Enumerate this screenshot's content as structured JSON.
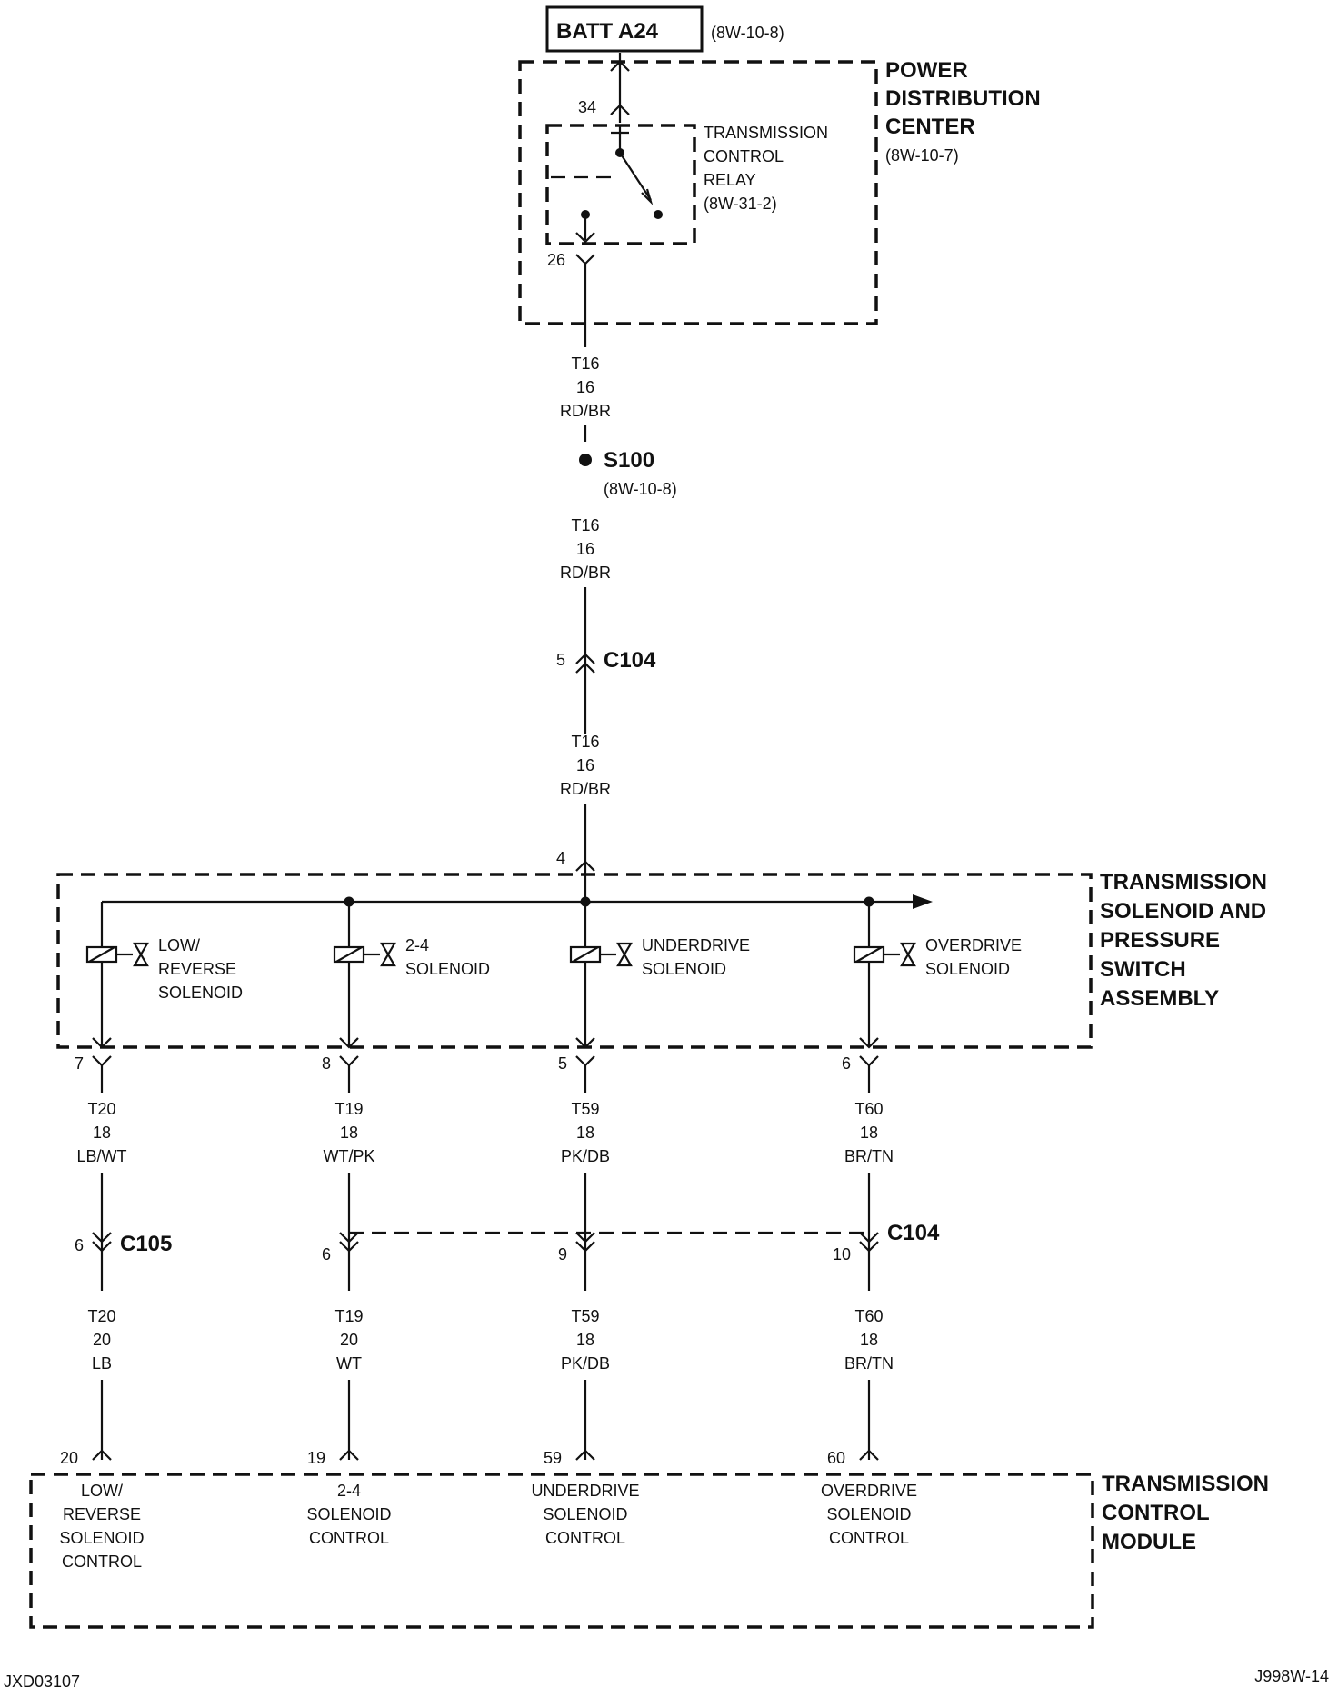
{
  "batt": {
    "label": "BATT A24",
    "ref": "(8W-10-8)"
  },
  "pdc": {
    "title": [
      "POWER",
      "DISTRIBUTION",
      "CENTER"
    ],
    "ref": "(8W-10-7)",
    "pin_top": "34",
    "pin_bottom": "26",
    "relay": [
      "TRANSMISSION",
      "CONTROL",
      "RELAY",
      "(8W-31-2)"
    ]
  },
  "wire_main": {
    "circuit": "T16",
    "gauge": "16",
    "color": "RD/BR"
  },
  "splice": {
    "name": "S100",
    "ref": "(8W-10-8)"
  },
  "c104_top": {
    "name": "C104",
    "pin": "5"
  },
  "tsa": {
    "title": [
      "TRANSMISSION",
      "SOLENOID AND",
      "PRESSURE",
      "SWITCH",
      "ASSEMBLY"
    ],
    "pin_in": "4",
    "solenoids": [
      {
        "label": [
          "LOW/",
          "REVERSE",
          "SOLENOID"
        ],
        "pin": "7"
      },
      {
        "label": [
          "2-4",
          "SOLENOID"
        ],
        "pin": "8"
      },
      {
        "label": [
          "UNDERDRIVE",
          "SOLENOID"
        ],
        "pin": "5"
      },
      {
        "label": [
          "OVERDRIVE",
          "SOLENOID"
        ],
        "pin": "6"
      }
    ]
  },
  "branches": [
    {
      "upper": [
        "T20",
        "18",
        "LB/WT"
      ],
      "conn_pin": "6",
      "lower": [
        "T20",
        "20",
        "LB"
      ],
      "tcm_pin": "20",
      "tcm_label": [
        "LOW/",
        "REVERSE",
        "SOLENOID",
        "CONTROL"
      ]
    },
    {
      "upper": [
        "T19",
        "18",
        "WT/PK"
      ],
      "conn_pin": "6",
      "lower": [
        "T19",
        "20",
        "WT"
      ],
      "tcm_pin": "19",
      "tcm_label": [
        "2-4",
        "SOLENOID",
        "CONTROL"
      ]
    },
    {
      "upper": [
        "T59",
        "18",
        "PK/DB"
      ],
      "conn_pin": "9",
      "lower": [
        "T59",
        "18",
        "PK/DB"
      ],
      "tcm_pin": "59",
      "tcm_label": [
        "UNDERDRIVE",
        "SOLENOID",
        "CONTROL"
      ]
    },
    {
      "upper": [
        "T60",
        "18",
        "BR/TN"
      ],
      "conn_pin": "10",
      "lower": [
        "T60",
        "18",
        "BR/TN"
      ],
      "tcm_pin": "60",
      "tcm_label": [
        "OVERDRIVE",
        "SOLENOID",
        "CONTROL"
      ]
    }
  ],
  "c105": {
    "name": "C105"
  },
  "c104_bottom": {
    "name": "C104"
  },
  "tcm": {
    "title": [
      "TRANSMISSION",
      "CONTROL",
      "MODULE"
    ]
  },
  "footer": {
    "left": "JXD03107",
    "right": "J998W-14"
  }
}
